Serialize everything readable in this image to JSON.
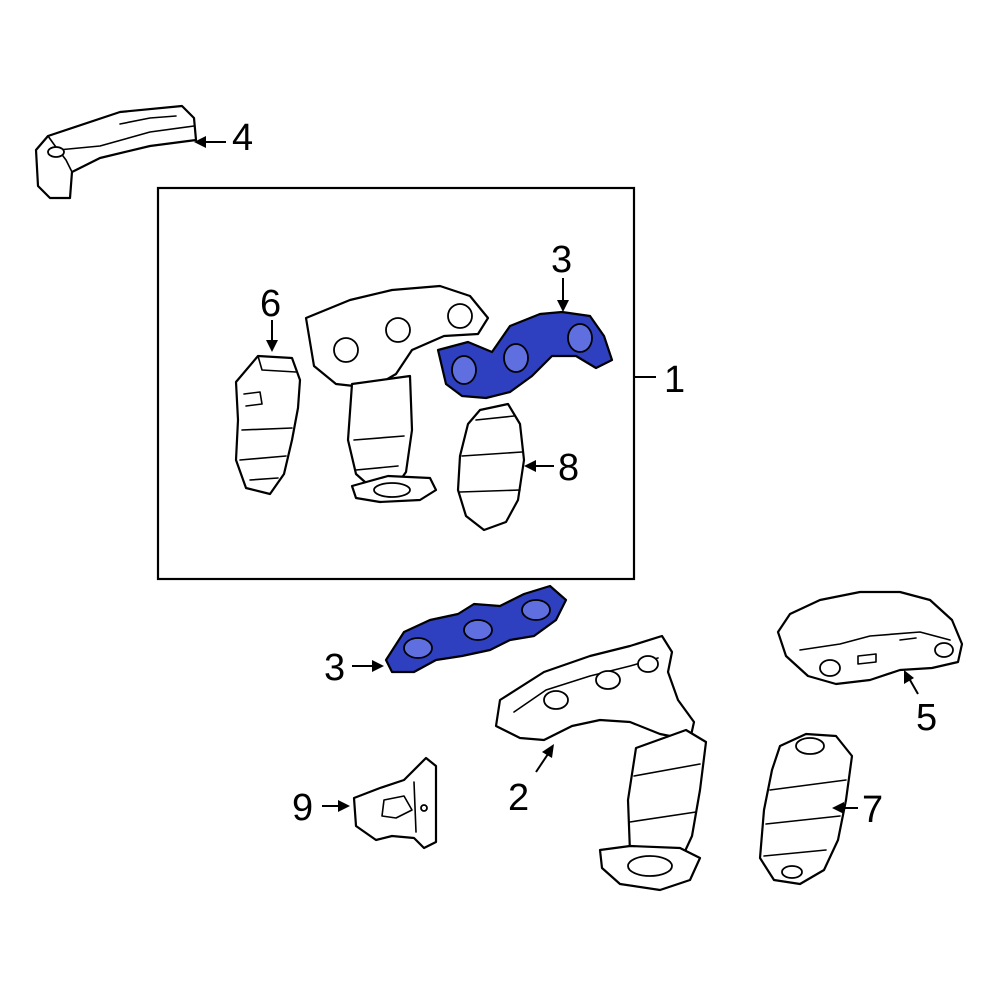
{
  "colors": {
    "highlight": "#2e3fbf",
    "highlight_hole": "#5f6fe0",
    "line": "#000000",
    "background": "#ffffff"
  },
  "callouts": {
    "c1": "1",
    "c2": "2",
    "c3_top": "3",
    "c3_bottom": "3",
    "c4": "4",
    "c5": "5",
    "c6": "6",
    "c7": "7",
    "c8": "8",
    "c9": "9"
  },
  "icons": [
    "exhaust-manifold",
    "manifold-gasket",
    "heat-shield",
    "catalytic-converter",
    "bracket"
  ]
}
